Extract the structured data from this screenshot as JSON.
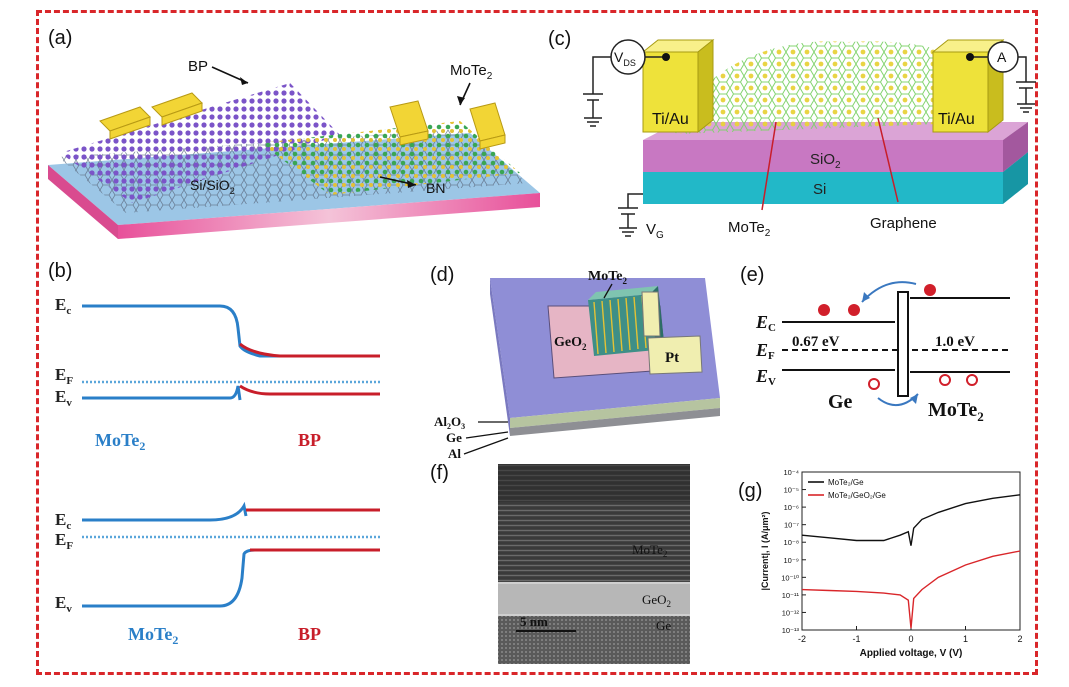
{
  "figure": {
    "panel_a": {
      "label": "(a)",
      "bp": "BP",
      "mote2": "MoTe",
      "mote2_sub": "2",
      "substrate": "Si/SiO",
      "substrate_sub": "2",
      "bn": "BN"
    },
    "panel_b": {
      "label": "(b)",
      "ec": "E",
      "ec_sub": "c",
      "ef": "E",
      "ef_sub": "F",
      "ev": "E",
      "ev_sub": "v",
      "left_material": "MoTe",
      "left_material_sub": "2",
      "right_material": "BP"
    },
    "panel_c": {
      "label": "(c)",
      "vds": "V",
      "vds_sub": "DS",
      "ammeter": "A",
      "electrode_left": "Ti/Au",
      "electrode_right": "Ti/Au",
      "sio2": "SiO",
      "sio2_sub": "2",
      "si": "Si",
      "vg": "V",
      "vg_sub": "G",
      "mote2": "MoTe",
      "mote2_sub": "2",
      "graphene": "Graphene"
    },
    "panel_d": {
      "label": "(d)",
      "mote2": "MoTe",
      "mote2_sub": "2",
      "geo2": "GeO",
      "geo2_sub": "2",
      "pt": "Pt",
      "al2o3_a": "Al",
      "al2o3_sub1": "2",
      "al2o3_b": "O",
      "al2o3_sub2": "3",
      "ge": "Ge",
      "al": "Al"
    },
    "panel_e": {
      "label": "(e)",
      "ec": "E",
      "ec_sub": "C",
      "ef": "E",
      "ef_sub": "F",
      "ev": "E",
      "ev_sub": "V",
      "gap_left": "0.67 eV",
      "gap_right": "1.0 eV",
      "left_material": "Ge",
      "right_material": "MoTe",
      "right_material_sub": "2"
    },
    "panel_f": {
      "label": "(f)",
      "mote2": "MoTe",
      "mote2_sub": "2",
      "geo2": "GeO",
      "geo2_sub": "2",
      "ge": "Ge",
      "scale": "5 nm"
    },
    "panel_g": {
      "label": "(g)"
    }
  },
  "chart_data": {
    "type": "line",
    "xlabel": "Applied voltage, V (V)",
    "ylabel": "|Current|, I (A/μm²)",
    "xlim": [
      -2,
      2
    ],
    "ylim_log10": [
      -13,
      -4
    ],
    "y_scale": "log",
    "xticks": [
      "-2",
      "-1",
      "0",
      "1",
      "2"
    ],
    "yticks": [
      "10⁻¹³",
      "10⁻¹²",
      "10⁻¹¹",
      "10⁻¹⁰",
      "10⁻⁹",
      "10⁻⁸",
      "10⁻⁷",
      "10⁻⁶",
      "10⁻⁵",
      "10⁻⁴"
    ],
    "legend_position": "top-left",
    "series": [
      {
        "name": "MoTe₂/Ge",
        "color": "#111111",
        "x": [
          -2.0,
          -1.5,
          -1.0,
          -0.5,
          -0.2,
          -0.05,
          0.0,
          0.05,
          0.2,
          0.5,
          1.0,
          1.5,
          2.0
        ],
        "log10_y": [
          -7.6,
          -7.75,
          -7.9,
          -7.9,
          -7.6,
          -7.4,
          -8.2,
          -7.2,
          -6.7,
          -6.3,
          -5.8,
          -5.5,
          -5.3
        ]
      },
      {
        "name": "MoTe₂/GeO₂/Ge",
        "color": "#d9262a",
        "x": [
          -2.0,
          -1.5,
          -1.0,
          -0.5,
          -0.2,
          -0.05,
          0.0,
          0.05,
          0.2,
          0.5,
          1.0,
          1.5,
          2.0
        ],
        "log10_y": [
          -10.7,
          -10.75,
          -10.8,
          -10.9,
          -11.0,
          -11.3,
          -12.9,
          -11.2,
          -10.7,
          -10.0,
          -9.3,
          -8.8,
          -8.5
        ]
      }
    ]
  }
}
